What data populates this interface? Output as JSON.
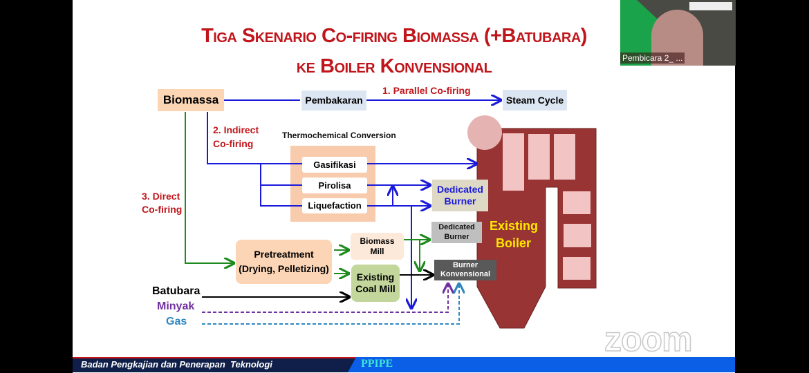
{
  "slide": {
    "title_line1": "Tiga Skenario Co-firing Biomassa (+Batubara)",
    "title_line2": "ke Boiler Konvensional",
    "nodes": {
      "biomassa": "Biomassa",
      "pembakaran": "Pembakaran",
      "steam_cycle": "Steam Cycle",
      "thermo_title": "Thermochemical Conversion",
      "gasifikasi": "Gasifikasi",
      "pirolisa": "Pirolisa",
      "liquefaction": "Liquefaction",
      "dedicated_burner_1": "Dedicated Burner",
      "dedicated_burner_2": "Dedicated Burner",
      "burner_konvensional": "Burner Konvensional",
      "pretreatment_1": "Pretreatment",
      "pretreatment_2": "(Drying, Pelletizing)",
      "biomass_mill": "Biomass Mill",
      "existing_coal_mill": "Existing Coal Mill",
      "existing_boiler_1": "Existing",
      "existing_boiler_2": "Boiler",
      "batubara": "Batubara",
      "minyak": "Minyak",
      "gas": "Gas"
    },
    "scenarios": {
      "parallel": "1. Parallel Co-firing",
      "indirect_1": "2. Indirect",
      "indirect_2": "Co-firing",
      "direct_1": "3. Direct",
      "direct_2": "Co-firing"
    },
    "footer": {
      "org": "Badan Pengkajian dan Penerapan  Teknologi",
      "unit": "PPIPE"
    }
  },
  "meeting": {
    "speaker_name": "Pembicara 2_ ...",
    "watermark": "zoom"
  },
  "colors": {
    "title_red": "#c0161b",
    "indirect_blue": "#1a1adb",
    "direct_green": "#1e8a1e",
    "boiler": "#983434",
    "minyak": "#7030a0",
    "gas": "#2e86c1"
  }
}
